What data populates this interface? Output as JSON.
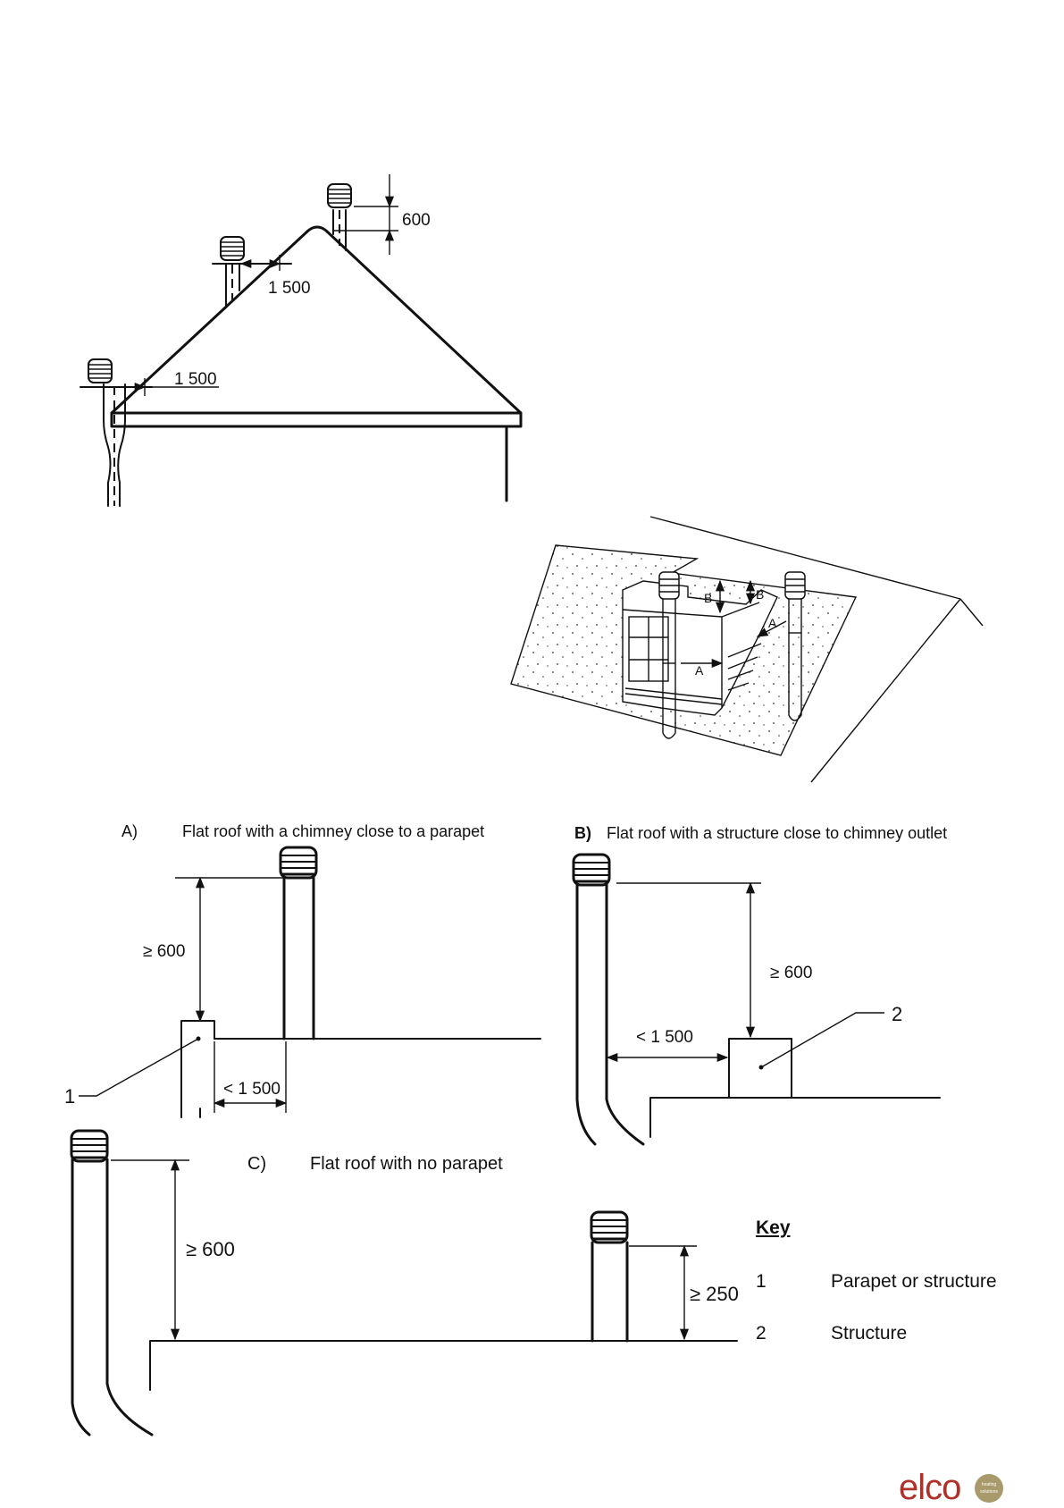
{
  "pitched_roof": {
    "dim_top": "600",
    "dim_mid": "1 500",
    "dim_low": "1 500"
  },
  "iso_view": {
    "label_b1": "B",
    "label_b2": "B",
    "label_a1": "A",
    "label_a2": "A"
  },
  "panel_a": {
    "letter": "A)",
    "title": "Flat roof with a chimney close to a parapet",
    "dim_height": "≥ 600",
    "dim_dist": "< 1 500",
    "callout": "1"
  },
  "panel_b": {
    "letter": "B)",
    "title": "Flat roof with a structure close to chimney outlet",
    "dim_height": "≥ 600",
    "dim_dist": "< 1 500",
    "callout": "2"
  },
  "panel_c": {
    "letter": "C)",
    "title": "Flat roof with no parapet",
    "dim_height": "≥ 600",
    "dim_small": "≥ 250"
  },
  "key": {
    "heading": "Key",
    "items": [
      {
        "num": "1",
        "text": "Parapet or structure"
      },
      {
        "num": "2",
        "text": "Structure"
      }
    ]
  },
  "brand": {
    "logo": "elco",
    "seal": "heating solutions",
    "color": "#b0302a"
  }
}
